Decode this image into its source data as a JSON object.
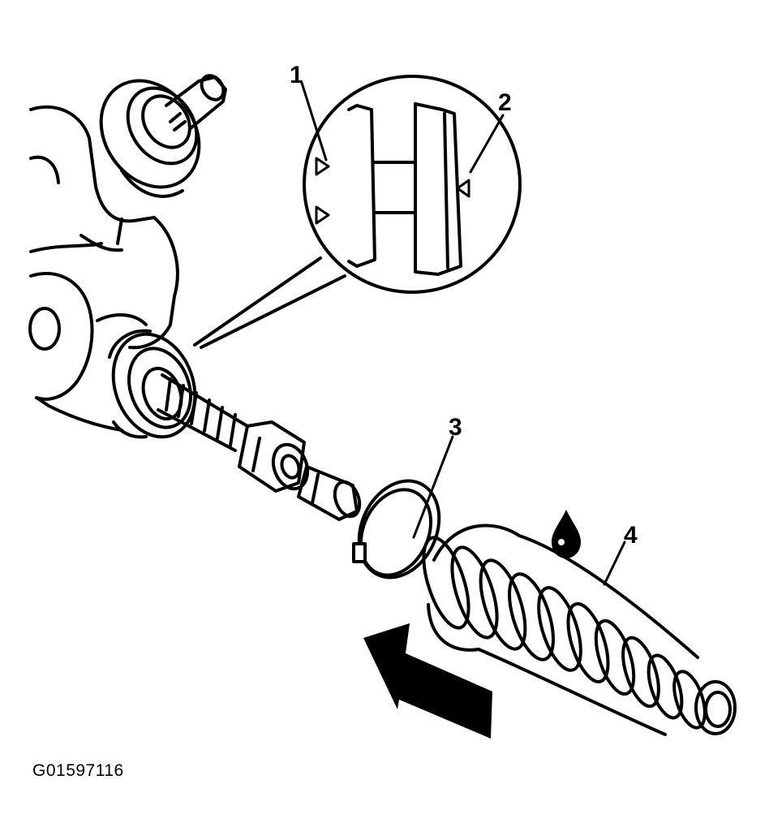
{
  "figure": {
    "id_label": "G01597116",
    "callouts": [
      {
        "key": "1",
        "label": "1"
      },
      {
        "key": "2",
        "label": "2"
      },
      {
        "key": "3",
        "label": "3"
      },
      {
        "key": "4",
        "label": "4"
      }
    ],
    "colors": {
      "ink": "#000000",
      "paper": "#ffffff"
    },
    "icons": [
      "lubricant-drop-icon",
      "direction-arrow-icon",
      "alignment-mark-icon"
    ]
  }
}
